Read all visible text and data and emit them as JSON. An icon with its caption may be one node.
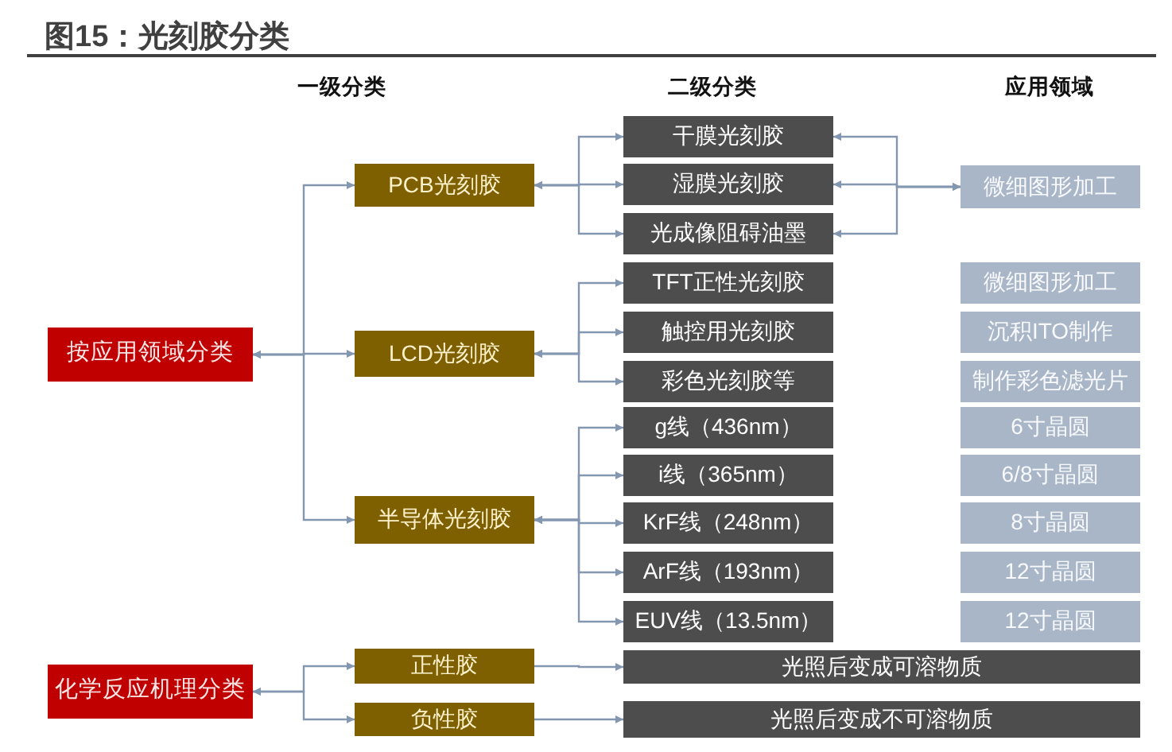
{
  "diagram": {
    "title": "图15：光刻胶分类",
    "nodes": [
      {
        "text": [
          "按应用领域分类"
        ]
      },
      {
        "text": [
          "PCB光刻胶"
        ]
      },
      {
        "text": [
          "LCD光刻胶"
        ]
      },
      {
        "text": [
          "半导体光刻胶"
        ]
      },
      {
        "text": [
          "化学反应机理分类"
        ]
      },
      {
        "text": [
          "正性胶"
        ]
      },
      {
        "text": [
          "负性胶"
        ]
      },
      {
        "text": [
          "干膜光刻胶"
        ]
      },
      {
        "text": [
          "湿膜光刻胶"
        ]
      },
      {
        "text": [
          "光成像阻碍油墨"
        ]
      },
      {
        "text": [
          "TFT正性光刻胶"
        ]
      },
      {
        "text": [
          "触控用光刻胶"
        ]
      },
      {
        "text": [
          "彩色光刻胶等"
        ]
      },
      {
        "text": [
          "g线（436nm）"
        ]
      },
      {
        "text": [
          "i线（365nm）"
        ]
      },
      {
        "text": [
          "KrF线（248nm）"
        ]
      },
      {
        "text": [
          "ArF线（193nm）"
        ]
      },
      {
        "text": [
          "EUV线（13.5nm）"
        ]
      },
      {
        "text": [
          "光照后变成可溶物质"
        ]
      },
      {
        "text": [
          "光照后变成不可溶物质"
        ]
      },
      {
        "text": [
          "微细图形加工"
        ]
      },
      {
        "text": [
          "微细图形加工"
        ]
      },
      {
        "text": [
          "沉积ITO制作"
        ]
      },
      {
        "text": [
          "制作彩色滤光片"
        ]
      },
      {
        "text": [
          "6寸晶圆"
        ]
      },
      {
        "text": [
          "6/8寸晶圆"
        ]
      },
      {
        "text": [
          "8寸晶圆"
        ]
      },
      {
        "text": [
          "12寸晶圆"
        ]
      },
      {
        "text": [
          "12寸晶圆"
        ]
      }
    ],
    "edges": [
      {
        "from": 0,
        "to": 1,
        "arrow": "both"
      },
      {
        "from": 0,
        "to": 2,
        "arrow": "both"
      },
      {
        "from": 0,
        "to": 3,
        "arrow": "both"
      },
      {
        "from": 1,
        "to": 7,
        "arrow": "both"
      },
      {
        "from": 1,
        "to": 8,
        "arrow": "both"
      },
      {
        "from": 1,
        "to": 9,
        "arrow": "both"
      },
      {
        "from": 7,
        "to": 20,
        "arrow": "both"
      },
      {
        "from": 8,
        "to": 20,
        "arrow": "both"
      },
      {
        "from": 9,
        "to": 20,
        "arrow": "both"
      },
      {
        "from": 2,
        "to": 10,
        "arrow": "both"
      },
      {
        "from": 2,
        "to": 11,
        "arrow": "both"
      },
      {
        "from": 2,
        "to": 12,
        "arrow": "both"
      },
      {
        "from": 3,
        "to": 13,
        "arrow": "both"
      },
      {
        "from": 3,
        "to": 14,
        "arrow": "both"
      },
      {
        "from": 3,
        "to": 15,
        "arrow": "both"
      },
      {
        "from": 3,
        "to": 16,
        "arrow": "both"
      },
      {
        "from": 3,
        "to": 17,
        "arrow": "both"
      },
      {
        "from": 4,
        "to": 5,
        "arrow": "both"
      },
      {
        "from": 4,
        "to": 6,
        "arrow": "both"
      },
      {
        "from": 5,
        "to": 18,
        "arrow": "to"
      },
      {
        "from": 6,
        "to": 19,
        "arrow": "to"
      }
    ],
    "labels": [
      "一级分类",
      "二级分类",
      "应用领域"
    ]
  }
}
